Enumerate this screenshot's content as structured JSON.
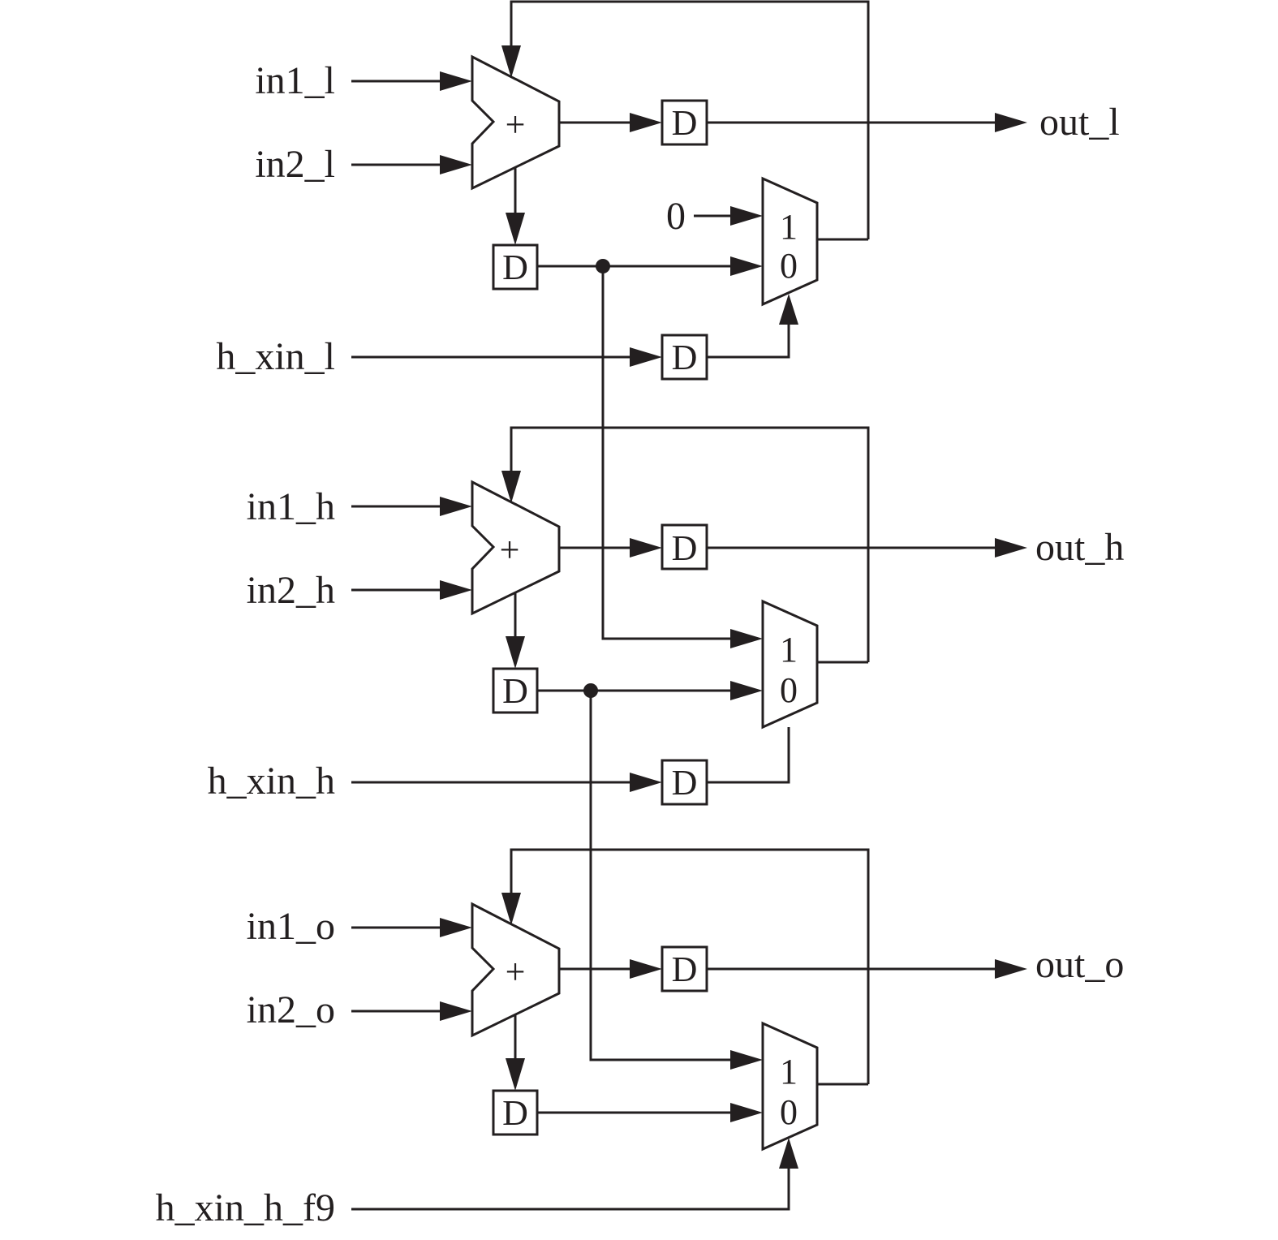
{
  "inputs": {
    "in1_l": "in1_l",
    "in2_l": "in2_l",
    "h_xin_l": "h_xin_l",
    "in1_h": "in1_h",
    "in2_h": "in2_h",
    "h_xin_h": "h_xin_h",
    "in1_o": "in1_o",
    "in2_o": "in2_o",
    "h_xin_h_f9": "h_xin_h_f9",
    "zero": "0"
  },
  "outputs": {
    "out_l": "out_l",
    "out_h": "out_h",
    "out_o": "out_o"
  },
  "symbols": {
    "adder": "+",
    "delay": "D",
    "mux_one": "1",
    "mux_zero": "0"
  }
}
